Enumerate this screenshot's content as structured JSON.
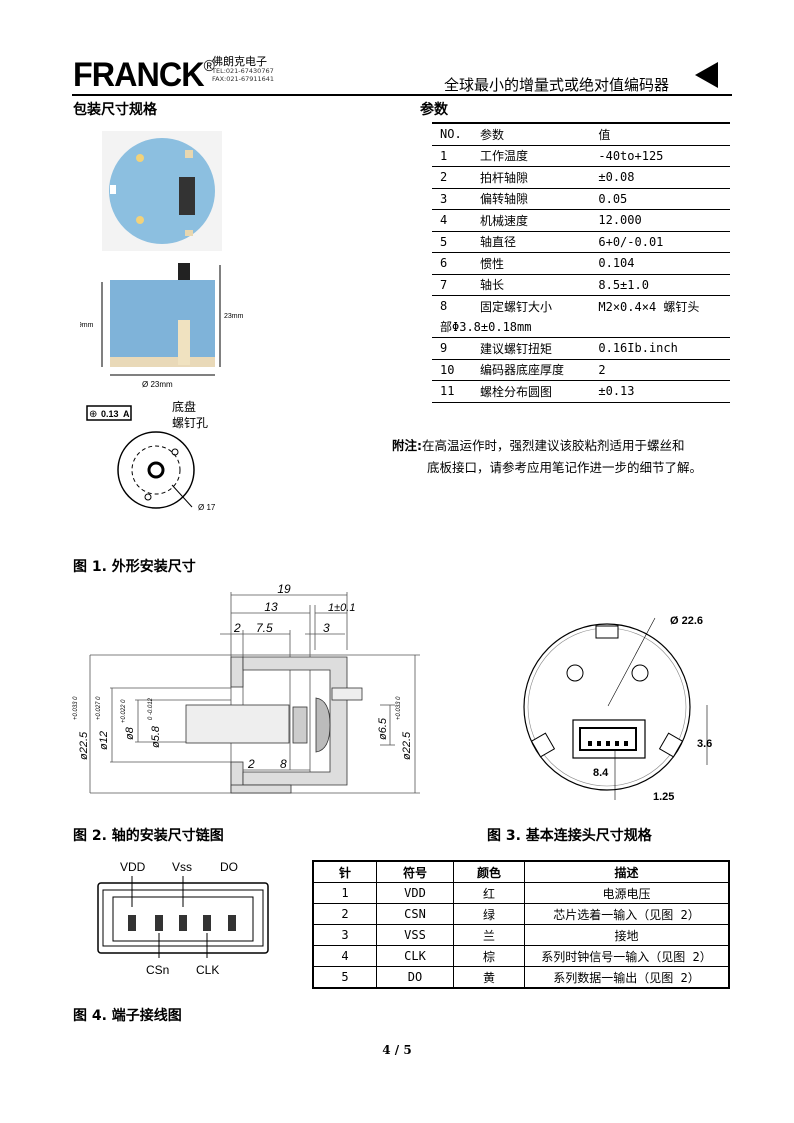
{
  "header": {
    "logo": "FRANCK",
    "registered": "®",
    "company_cn": "佛朗克电子",
    "tel": "TEL:021-67430767",
    "fax": "FAX:021-67911641",
    "tagline": "全球最小的增量式或绝对值编码器"
  },
  "sections": {
    "package": "包装尺寸规格",
    "params": "参数"
  },
  "package_figure": {
    "height_left": "19mm",
    "height_right": "23mm",
    "diameter": "Ø 23mm",
    "tolerance": "0.13",
    "datum": "A",
    "label_line1": "底盘",
    "label_line2": "螺钉孔",
    "bolt_circle": "Ø 17"
  },
  "param_table": {
    "headers": [
      "NO.",
      "参数",
      "值"
    ],
    "rows": [
      [
        "1",
        "工作温度",
        "-40to+125"
      ],
      [
        "2",
        "拍杆轴隙",
        "±0.08"
      ],
      [
        "3",
        "偏转轴隙",
        " 0.05"
      ],
      [
        "4",
        "机械速度",
        " 12.000"
      ],
      [
        "5",
        "轴直径",
        " 6+0/-0.01"
      ],
      [
        "6",
        "惯性",
        " 0.104"
      ],
      [
        "7",
        "轴长",
        " 8.5±1.0"
      ],
      [
        "8",
        "固定螺钉大小",
        " M2×0.4×4 螺钉头"
      ],
      [
        "9",
        "建议螺钉扭矩",
        " 0.16Ib.inch"
      ],
      [
        "10",
        "编码器底座厚度",
        " 2"
      ],
      [
        "11",
        "螺栓分布圆图",
        " ±0.13"
      ]
    ],
    "row8_continuation": "部Φ3.8±0.18mm"
  },
  "note": {
    "label": "附注:",
    "line1": "在高温运作时，强烈建议该胶粘剂适用于螺丝和",
    "line2": "底板接口，请参考应用笔记作进一步的细节了解。"
  },
  "figures": {
    "fig1": "图 1. 外形安装尺寸",
    "fig2": "图 2. 轴的安装尺寸链图",
    "fig3": "图 3.  基本连接头尺寸规格",
    "fig4": "图 4. 端子接线图"
  },
  "section_drawing": {
    "d19": "19",
    "d13": "13",
    "d1": "1±0.1",
    "d2": "2",
    "d75": "7.5",
    "d3": "3",
    "d8": "8",
    "d2b": "2",
    "dia_outer_left": "ø22.5",
    "dia_outer_left_tol": "+0.033 0",
    "dia12": "ø12",
    "dia12_tol": "+0.027 0",
    "dia8": "ø8",
    "dia8_tol": "+0.022 0",
    "dia58": "ø5.8",
    "dia58_tol": "0 -0.012",
    "dia65": "ø6.5",
    "dia_outer_right": "ø22.5",
    "dia_outer_right_tol": "+0.033 0"
  },
  "connector_drawing": {
    "diameter": "Ø 22.6",
    "height": "3.6",
    "width": "8.4",
    "pitch": "1.25"
  },
  "terminal_drawing": {
    "top_labels": [
      "VDD",
      "Vss",
      "DO"
    ],
    "bottom_labels": [
      "CSn",
      "CLK"
    ]
  },
  "pin_table": {
    "headers": [
      "针",
      "符号",
      "颜色",
      "描述"
    ],
    "rows": [
      [
        "1",
        "VDD",
        "红",
        "电源电压"
      ],
      [
        "2",
        "CSN",
        "绿",
        "芯片选着一输入（见图 2）"
      ],
      [
        "3",
        "VSS",
        "兰",
        "接地"
      ],
      [
        "4",
        "CLK",
        "棕",
        "系列时钟信号一输入（见图 2）"
      ],
      [
        "5",
        "DO",
        "黄",
        "系列数据一输出（见图 2）"
      ]
    ]
  },
  "page_number": "4 / 5",
  "colors": {
    "encoder_blue": "#8cbfe0",
    "pad_yellow": "#f2d27a"
  }
}
